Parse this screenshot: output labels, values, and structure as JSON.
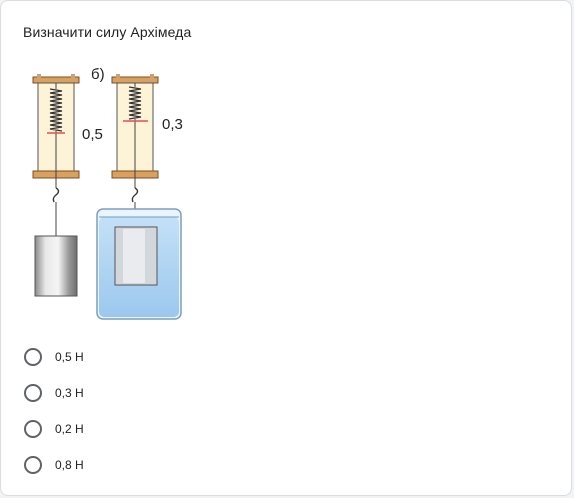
{
  "question": {
    "title": "Визначити силу Архімеда"
  },
  "figure": {
    "panel_label": "б)",
    "reading_a": "0,5",
    "reading_b": "0,3"
  },
  "options": [
    {
      "label": "0,5 Н",
      "selected": false
    },
    {
      "label": "0,3 Н",
      "selected": false
    },
    {
      "label": "0,2 Н",
      "selected": false
    },
    {
      "label": "0,8 Н",
      "selected": false
    }
  ],
  "colors": {
    "frame": "#d9a060",
    "scale": "#fdf3d6",
    "water": "#a8cff0",
    "pointer": "#e05050"
  }
}
